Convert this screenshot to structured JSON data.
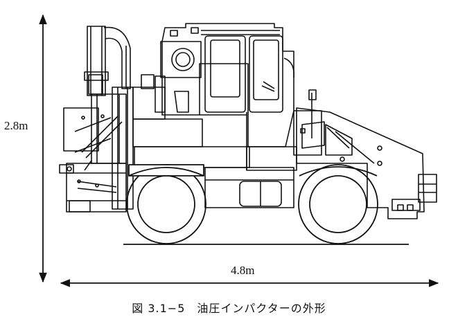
{
  "dimensions": {
    "height": "2.8m",
    "width": "4.8m"
  },
  "caption": "図 3.1−5　油圧インパクターの外形"
}
